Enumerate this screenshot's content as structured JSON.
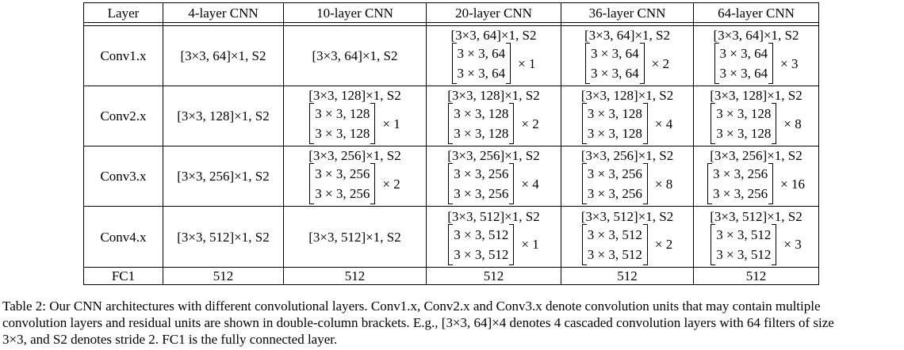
{
  "table": {
    "headers": [
      "Layer",
      "4-layer CNN",
      "10-layer CNN",
      "20-layer CNN",
      "36-layer CNN",
      "64-layer CNN"
    ],
    "rows": [
      {
        "label": "Conv1.x",
        "cells": [
          {
            "pre": "[3×3, 64]×1, S2"
          },
          {
            "pre": "[3×3, 64]×1, S2"
          },
          {
            "pre": "[3×3, 64]×1, S2",
            "b1": "3 × 3, 64",
            "b2": "3 × 3, 64",
            "mult": "× 1"
          },
          {
            "pre": "[3×3, 64]×1, S2",
            "b1": "3 × 3, 64",
            "b2": "3 × 3, 64",
            "mult": "× 2"
          },
          {
            "pre": "[3×3, 64]×1, S2",
            "b1": "3 × 3, 64",
            "b2": "3 × 3, 64",
            "mult": "× 3"
          }
        ]
      },
      {
        "label": "Conv2.x",
        "cells": [
          {
            "pre": "[3×3, 128]×1, S2"
          },
          {
            "pre": "[3×3, 128]×1, S2",
            "b1": "3 × 3, 128",
            "b2": "3 × 3, 128",
            "mult": "× 1"
          },
          {
            "pre": "[3×3, 128]×1, S2",
            "b1": "3 × 3, 128",
            "b2": "3 × 3, 128",
            "mult": "× 2"
          },
          {
            "pre": "[3×3, 128]×1, S2",
            "b1": "3 × 3, 128",
            "b2": "3 × 3, 128",
            "mult": "× 4"
          },
          {
            "pre": "[3×3, 128]×1, S2",
            "b1": "3 × 3, 128",
            "b2": "3 × 3, 128",
            "mult": "× 8"
          }
        ]
      },
      {
        "label": "Conv3.x",
        "cells": [
          {
            "pre": "[3×3, 256]×1, S2"
          },
          {
            "pre": "[3×3, 256]×1, S2",
            "b1": "3 × 3, 256",
            "b2": "3 × 3, 256",
            "mult": "× 2"
          },
          {
            "pre": "[3×3, 256]×1, S2",
            "b1": "3 × 3, 256",
            "b2": "3 × 3, 256",
            "mult": "× 4"
          },
          {
            "pre": "[3×3, 256]×1, S2",
            "b1": "3 × 3, 256",
            "b2": "3 × 3, 256",
            "mult": "× 8"
          },
          {
            "pre": "[3×3, 256]×1, S2",
            "b1": "3 × 3, 256",
            "b2": "3 × 3, 256",
            "mult": "× 16"
          }
        ]
      },
      {
        "label": "Conv4.x",
        "cells": [
          {
            "pre": "[3×3, 512]×1, S2"
          },
          {
            "pre": "[3×3, 512]×1, S2"
          },
          {
            "pre": "[3×3, 512]×1, S2",
            "b1": "3 × 3, 512",
            "b2": "3 × 3, 512",
            "mult": "× 1"
          },
          {
            "pre": "[3×3, 512]×1, S2",
            "b1": "3 × 3, 512",
            "b2": "3 × 3, 512",
            "mult": "× 2"
          },
          {
            "pre": "[3×3, 512]×1, S2",
            "b1": "3 × 3, 512",
            "b2": "3 × 3, 512",
            "mult": "× 3"
          }
        ]
      }
    ],
    "fc": {
      "label": "FC1",
      "values": [
        "512",
        "512",
        "512",
        "512",
        "512"
      ]
    }
  },
  "caption": {
    "line1": "Table 2: Our CNN architectures with different convolutional layers. Conv1.x, Conv2.x and Conv3.x denote convolution units that may contain multiple",
    "line2": "convolution layers and residual units are shown in double-column brackets. E.g., [3×3, 64]×4 denotes 4 cascaded convolution layers with 64 filters of size",
    "line3": "3×3, and S2 denotes stride 2. FC1 is the fully connected layer."
  }
}
